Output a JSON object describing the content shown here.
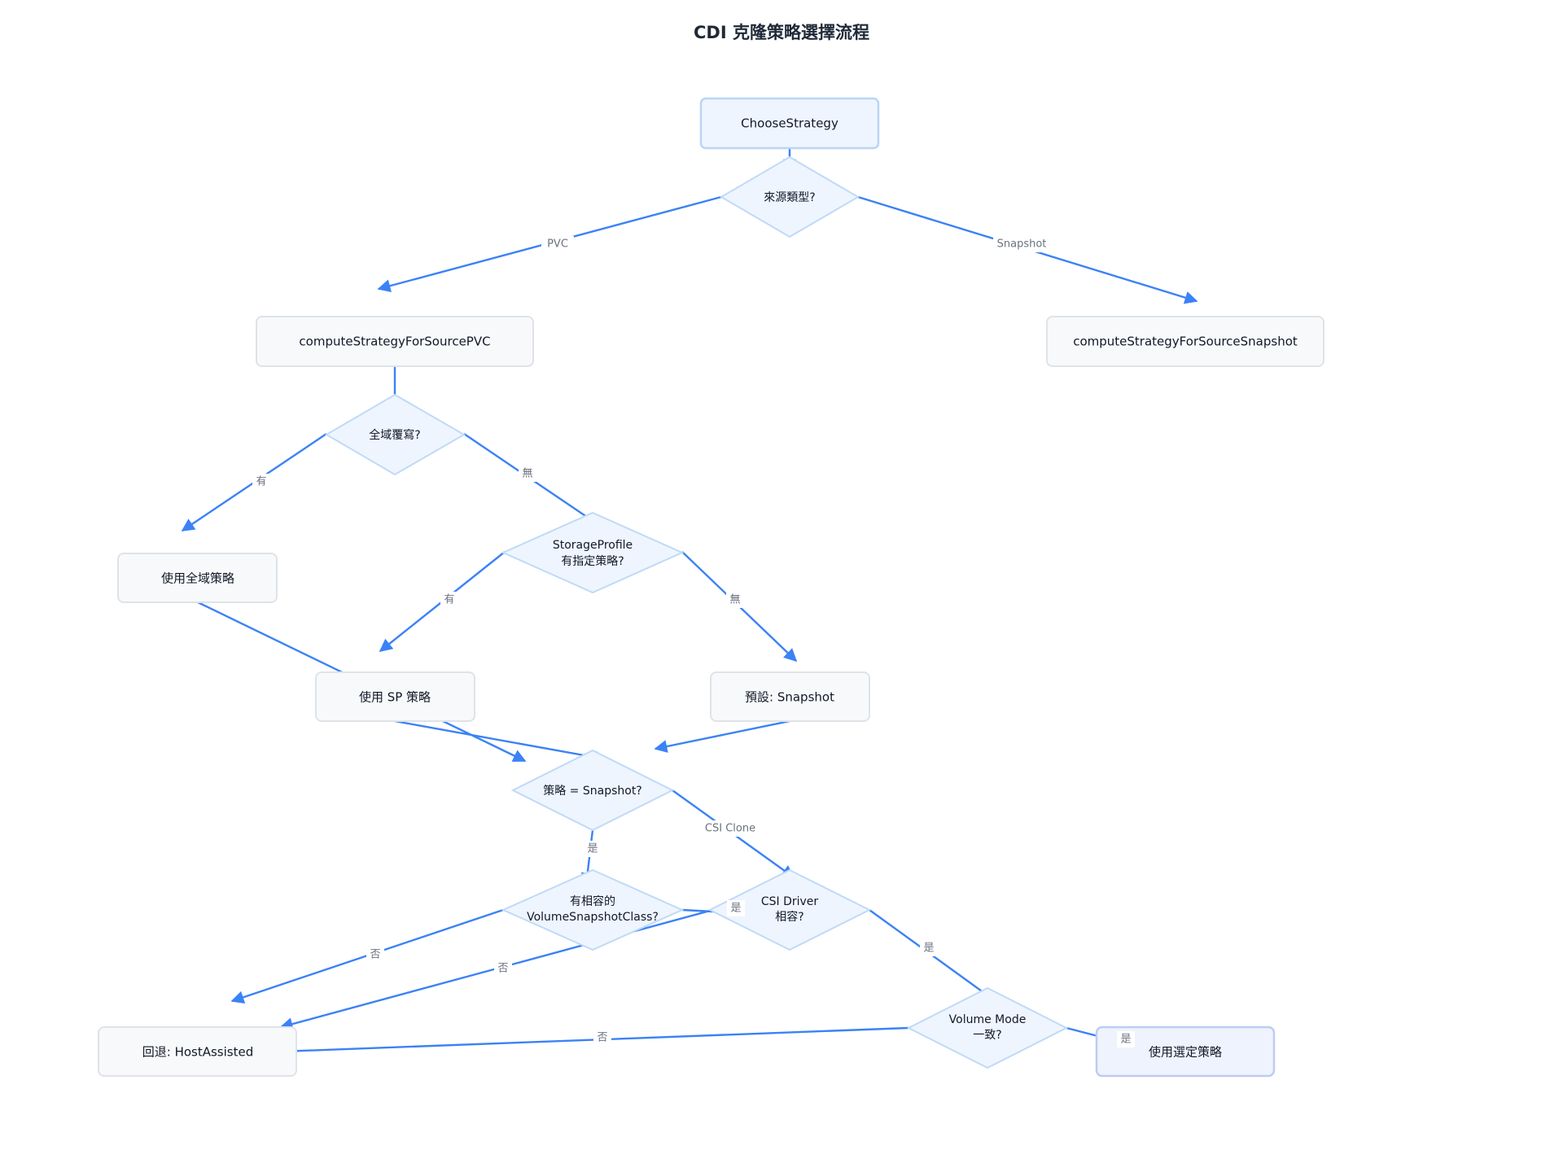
{
  "title": "CDI 克隆策略選擇流程",
  "nodes": {
    "choose": "ChooseStrategy",
    "source_type": "來源類型?",
    "pvc": "computeStrategyForSourcePVC",
    "snap": "computeStrategyForSourceSnapshot",
    "global_override": "全域覆寫?",
    "use_global": "使用全域策略",
    "sp_line1": "StorageProfile",
    "sp_line2": "有指定策略?",
    "use_sp": "使用 SP 策略",
    "default_snap": "預設: Snapshot",
    "strategy_snapshot": "策略 = Snapshot?",
    "vsc_line1": "有相容的",
    "vsc_line2": "VolumeSnapshotClass?",
    "csi_line1": "CSI Driver",
    "csi_line2": "相容?",
    "vm_line1": "Volume Mode",
    "vm_line2": "一致?",
    "fallback": "回退: HostAssisted",
    "use_selected": "使用選定策略"
  },
  "edge_labels": {
    "pvc": "PVC",
    "snapshot": "Snapshot",
    "go_yes": "有",
    "go_no": "無",
    "sp_yes": "有",
    "sp_no": "無",
    "strat_yes": "是",
    "csi_clone": "CSI Clone",
    "vsc_yes": "是",
    "vsc_no": "否",
    "csi_yes": "是",
    "csi_no": "否",
    "vm_no": "否",
    "vm_yes": "是"
  },
  "colors": {
    "edge": "#3b82f6",
    "node_fill": "#f8f9fb",
    "decision_fill": "#eef5ff"
  }
}
